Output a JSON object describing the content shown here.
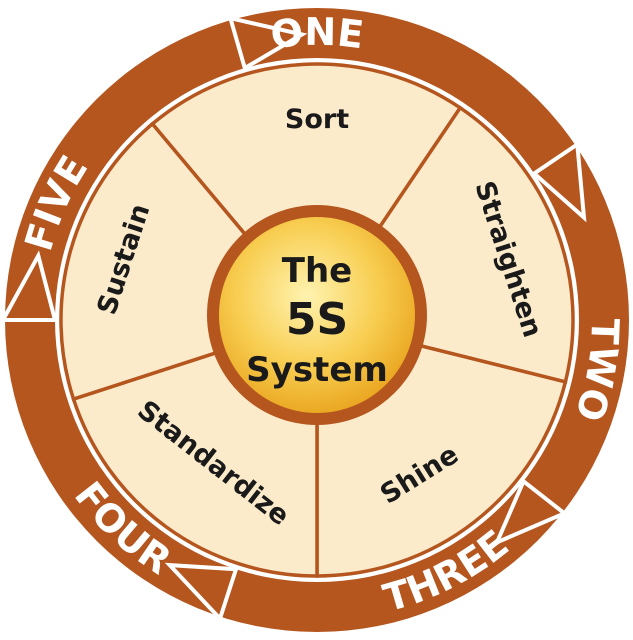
{
  "center": {
    "line1": "The",
    "line2": "5S",
    "line3": "System"
  },
  "segments": [
    {
      "label": "Sort"
    },
    {
      "label": "Straighten"
    },
    {
      "label": "Shine"
    },
    {
      "label": "Standardize"
    },
    {
      "label": "Sustain"
    }
  ],
  "steps": [
    {
      "label": "ONE"
    },
    {
      "label": "TWO"
    },
    {
      "label": "THREE"
    },
    {
      "label": "FOUR"
    },
    {
      "label": "FIVE"
    }
  ],
  "colors": {
    "ring": "#B5561F",
    "segment_fill": "#FBEBCB",
    "hub_center": "#FFF3B0",
    "hub_edge": "#E8A11A",
    "hub_border": "#B5561F",
    "step_text": "#FFFFFF",
    "segment_text": "#1A1A1A"
  }
}
